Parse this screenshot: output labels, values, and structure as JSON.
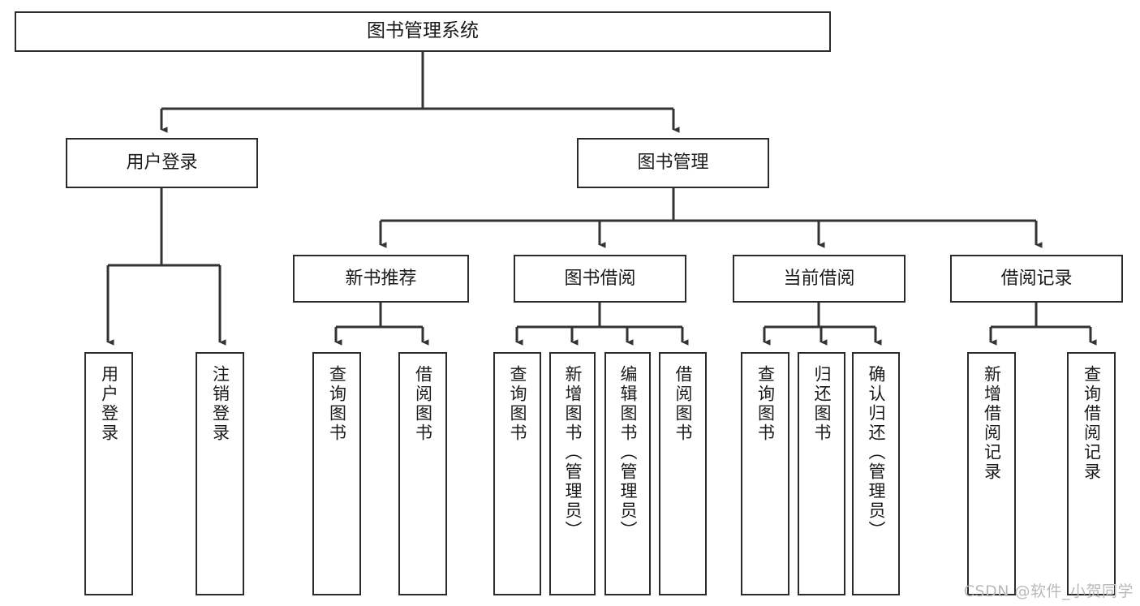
{
  "diagram": {
    "title": "图书管理系统",
    "type": "tree-hierarchy-chart",
    "orientation": "top-down",
    "colors": {
      "box_border": "#2b2b2b",
      "box_fill": "#ffffff",
      "edge": "#333333",
      "text": "#1a1a1a",
      "background": "#ffffff",
      "watermark": "#b9b9b9"
    }
  },
  "root": {
    "label": "图书管理系统"
  },
  "level1": [
    {
      "label": "用户登录"
    },
    {
      "label": "图书管理"
    }
  ],
  "level2": [
    {
      "label": "新书推荐"
    },
    {
      "label": "图书借阅"
    },
    {
      "label": "当前借阅"
    },
    {
      "label": "借阅记录"
    }
  ],
  "leaves": {
    "user_login": [
      {
        "label": "用户登录"
      },
      {
        "label": "注销登录"
      }
    ],
    "new_book_recommend": [
      {
        "label": "查询图书"
      },
      {
        "label": "借阅图书"
      }
    ],
    "book_borrow": [
      {
        "label": "查询图书"
      },
      {
        "label": "新增图书（管理员）"
      },
      {
        "label": "编辑图书（管理员）"
      },
      {
        "label": "借阅图书"
      }
    ],
    "current_borrow": [
      {
        "label": "查询图书"
      },
      {
        "label": "归还图书"
      },
      {
        "label": "确认归还（管理员）"
      }
    ],
    "borrow_record": [
      {
        "label": "新增借阅记录"
      },
      {
        "label": "查询借阅记录"
      }
    ]
  },
  "watermark": {
    "text": "CSDN @软件_小贺同学"
  }
}
